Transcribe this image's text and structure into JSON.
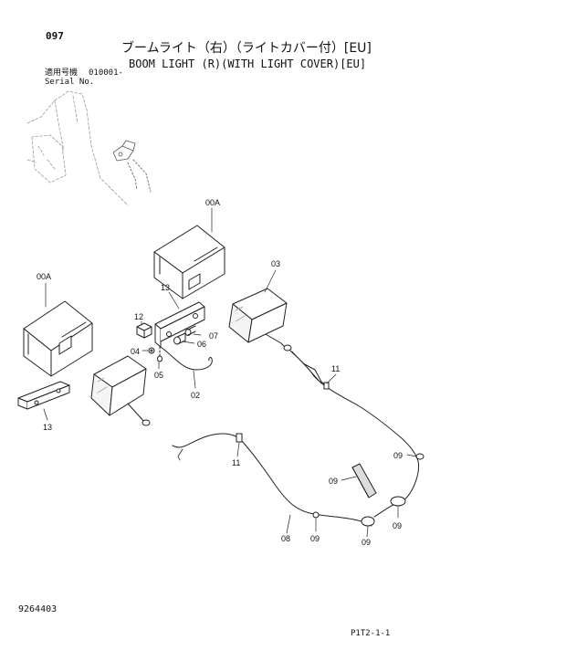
{
  "page_number": "097",
  "title_jp": "ブームライト（右）（ライトカバー付）[EU]",
  "title_en": "BOOM LIGHT (R)(WITH LIGHT COVER)[EU]",
  "serial_label_jp": "適用号機",
  "serial_value": "010001-",
  "serial_label_en": "Serial No.",
  "doc_number": "9264403",
  "page_ref": "P1T2-1-1",
  "callouts": [
    "00A",
    "00A",
    "13",
    "12",
    "07",
    "06",
    "04",
    "05",
    "02",
    "03",
    "11",
    "13",
    "09",
    "09",
    "09",
    "11",
    "08",
    "09",
    "09"
  ]
}
